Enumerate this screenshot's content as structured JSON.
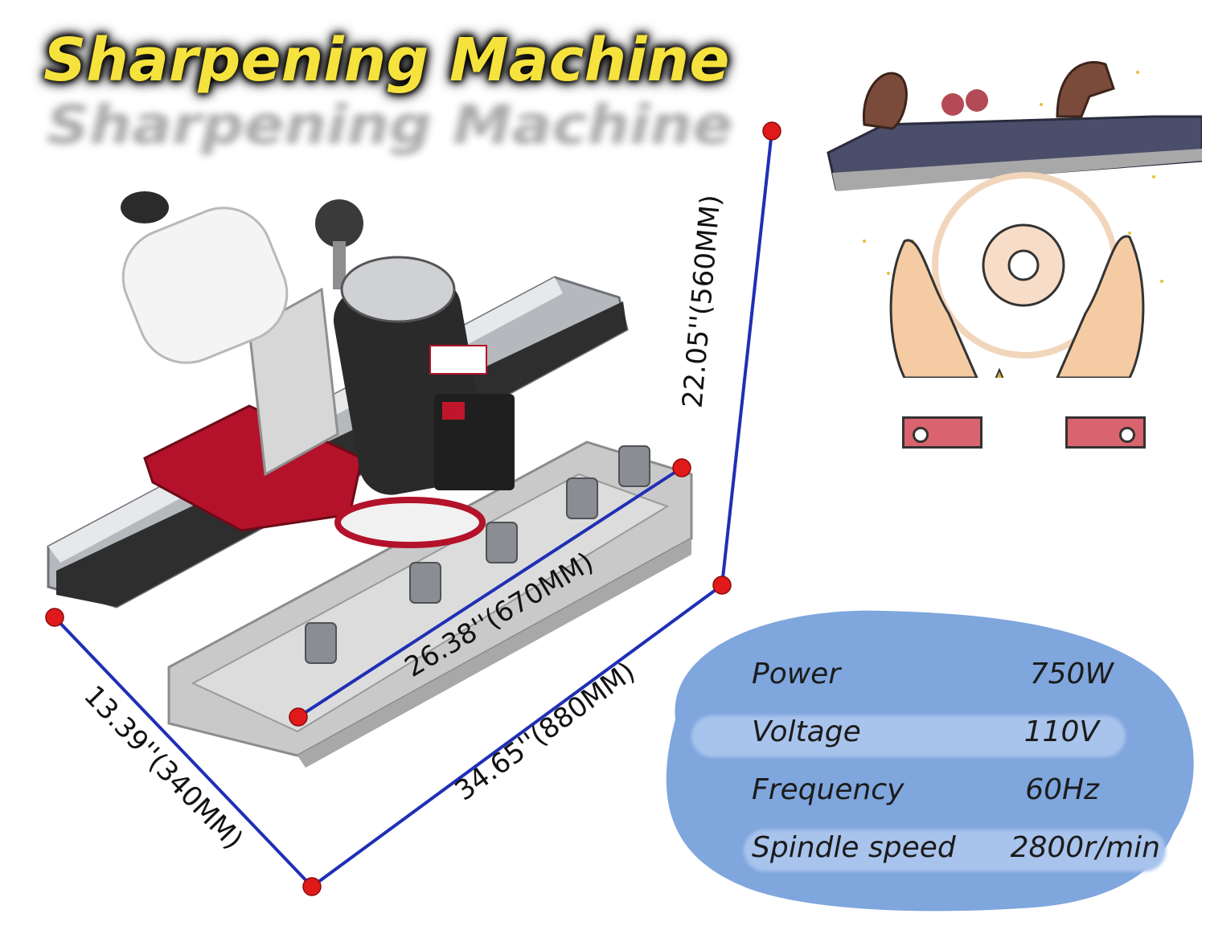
{
  "title": "Sharpening Machine",
  "dimensions": {
    "height": "22.05''(560MM)",
    "top_length": "26.38''(670MM)",
    "bottom_length": "34.65''(880MM)",
    "width": "13.39''(340MM)"
  },
  "specs": [
    {
      "label": "Power",
      "value": "750W"
    },
    {
      "label": "Voltage",
      "value": "110V"
    },
    {
      "label": "Frequency",
      "value": "60Hz"
    },
    {
      "label": "Spindle speed",
      "value": "2800r/min"
    }
  ],
  "colors": {
    "title_text": "#f6e23c",
    "dimension_line": "#1f2fb5",
    "marker": "#e01a1a",
    "spec_blob": "#7fa6dd",
    "machine_red": "#b3122a"
  },
  "icons": [
    "hand-plane-icon",
    "grinding-wheel-icon",
    "hands-icon",
    "sparkle-icon"
  ]
}
